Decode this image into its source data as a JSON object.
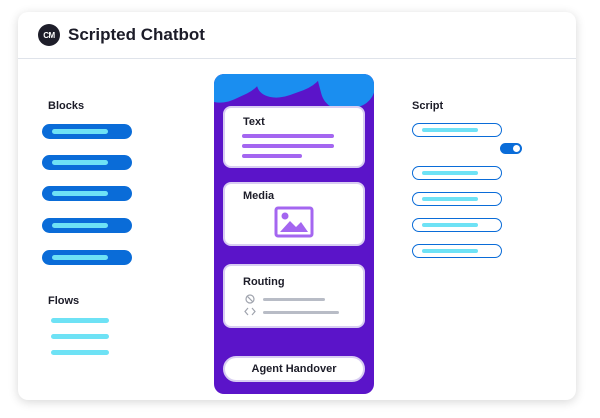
{
  "app": {
    "title": "Scripted Chatbot",
    "logo_text": "CM"
  },
  "blocks": {
    "label": "Blocks",
    "item_count": 5
  },
  "flows": {
    "label": "Flows",
    "item_count": 3
  },
  "phone": {
    "cards": [
      {
        "title": "Text"
      },
      {
        "title": "Media",
        "icon": "image-icon"
      },
      {
        "title": "Routing",
        "icons": [
          "block-icon",
          "code-icon"
        ]
      }
    ],
    "handover_label": "Agent Handover"
  },
  "script": {
    "label": "Script",
    "toggle_on": true
  },
  "colors": {
    "brand_blue": "#0a6cd8",
    "cyan": "#6ee2f5",
    "phone_purple": "#5b14c9",
    "accent_purple": "#a466f0"
  }
}
